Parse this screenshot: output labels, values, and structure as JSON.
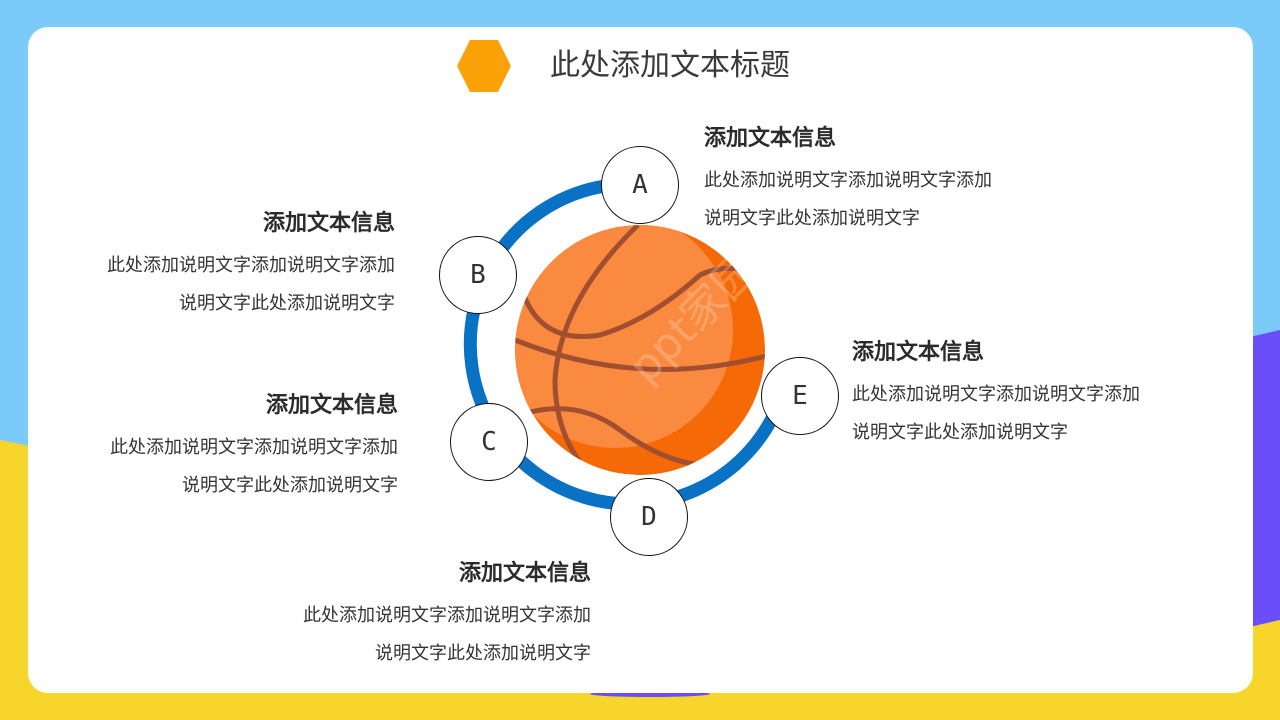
{
  "slide": {
    "title": "此处添加文本标题",
    "colors": {
      "background_blue": "#7acbfa",
      "background_yellow": "#f7d52b",
      "background_purple": "#6a4ff8",
      "hexagon": "#fba208",
      "ring": "#0a72c4",
      "ball_light": "#f98a3f",
      "ball_dark": "#f56a06",
      "ball_seam": "#a24e30"
    },
    "watermark": "ppt家园"
  },
  "nodes": [
    {
      "label": "A"
    },
    {
      "label": "B"
    },
    {
      "label": "C"
    },
    {
      "label": "D"
    },
    {
      "label": "E"
    }
  ],
  "blocks": [
    {
      "id": "A",
      "heading": "添加文本信息",
      "line1": "此处添加说明文字添加说明文字添加",
      "line2": "说明文字此处添加说明文字"
    },
    {
      "id": "B",
      "heading": "添加文本信息",
      "line1": "此处添加说明文字添加说明文字添加",
      "line2": "说明文字此处添加说明文字"
    },
    {
      "id": "C",
      "heading": "添加文本信息",
      "line1": "此处添加说明文字添加说明文字添加",
      "line2": "说明文字此处添加说明文字"
    },
    {
      "id": "D",
      "heading": "添加文本信息",
      "line1": "此处添加说明文字添加说明文字添加",
      "line2": "说明文字此处添加说明文字"
    },
    {
      "id": "E",
      "heading": "添加文本信息",
      "line1": "此处添加说明文字添加说明文字添加",
      "line2": "说明文字此处添加说明文字"
    }
  ]
}
